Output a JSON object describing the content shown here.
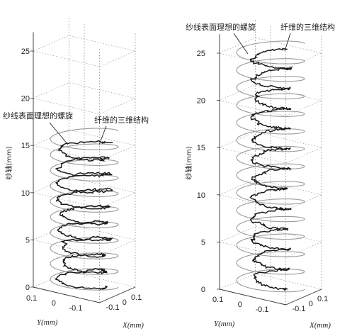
{
  "chart_data": [
    {
      "type": "line",
      "subtype": "3d-helix",
      "z_axis": {
        "label": "纱轴(mm)",
        "ticks": [
          "0",
          "5",
          "10",
          "15",
          "20",
          "25"
        ],
        "range": [
          0,
          27
        ]
      },
      "x_axis": {
        "label": "X(mm)",
        "ticks": [
          "-0.1",
          "0",
          "0.1"
        ]
      },
      "y_axis": {
        "label": "Y(mm)",
        "ticks": [
          "0.1",
          "0",
          "-0.1"
        ]
      },
      "grid": true,
      "annotations": [
        "纱线表面理想的螺旋",
        "纤维的三维结构"
      ],
      "series": [
        {
          "name": "纱线表面理想的螺旋",
          "color": "#9a9a9a",
          "z_range": [
            0,
            16.5
          ],
          "turns": 10,
          "radius": 0.09
        },
        {
          "name": "纤维的三维结构",
          "color": "#1a1a1a",
          "z_range": [
            0,
            15.3
          ],
          "turns": 9,
          "radius": 0.07
        }
      ]
    },
    {
      "type": "line",
      "subtype": "3d-helix",
      "z_axis": {
        "label": "纱轴(mm)",
        "ticks": [
          "0",
          "5",
          "10",
          "15",
          "20",
          "25"
        ],
        "range": [
          0,
          27
        ]
      },
      "x_axis": {
        "label": "X(mm)",
        "ticks": [
          "-0.1",
          "0",
          "0.1"
        ]
      },
      "y_axis": {
        "label": "Y(mm)",
        "ticks": [
          "0.1",
          "0",
          "-0.1"
        ]
      },
      "grid": true,
      "annotations": [
        "纱线表面理想的螺旋",
        "纤维的三维结构"
      ],
      "series": [
        {
          "name": "纱线表面理想的螺旋",
          "color": "#9a9a9a",
          "z_range": [
            0,
            26
          ],
          "turns": 14,
          "radius": 0.09
        },
        {
          "name": "纤维的三维结构",
          "color": "#1a1a1a",
          "z_range": [
            0,
            25.5
          ],
          "turns": 12,
          "radius": 0.05
        }
      ]
    }
  ]
}
